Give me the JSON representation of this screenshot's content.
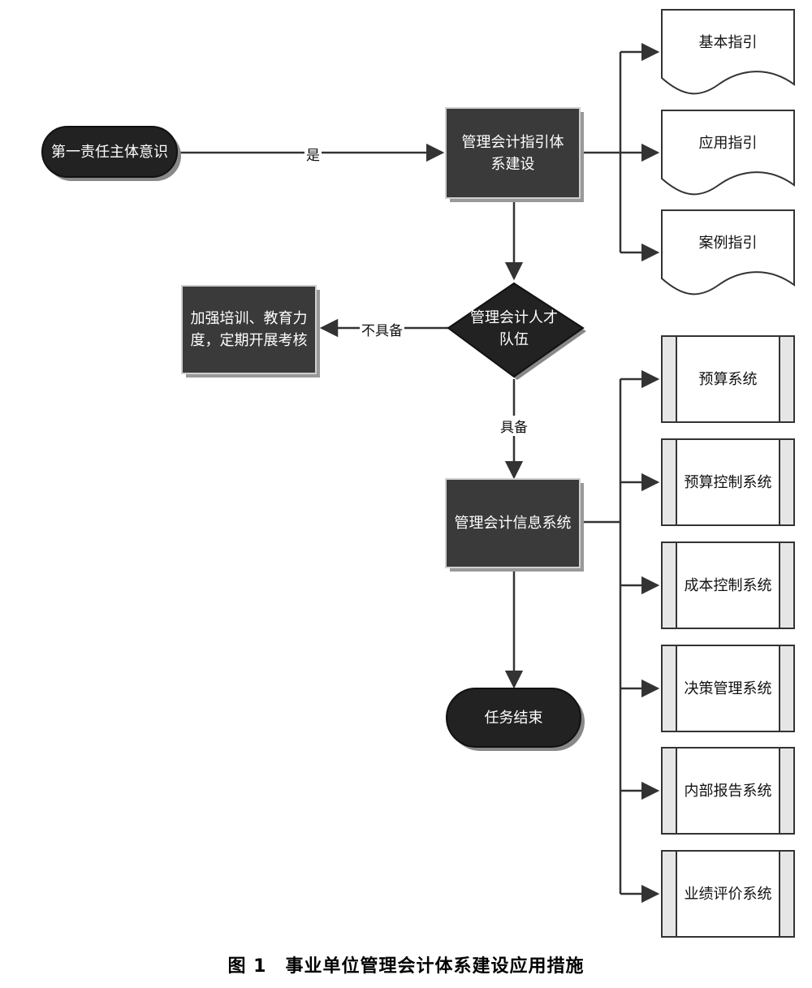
{
  "nodes": {
    "start": "第一责任主体意识",
    "guide_system": "管理会计指引体系建设",
    "talent": "管理会计人才队伍",
    "training": "加强培训、教育力度，定期开展考核",
    "info_system": "管理会计信息系统",
    "end": "任务结束"
  },
  "guides": [
    "基本指引",
    "应用指引",
    "案例指引"
  ],
  "systems": [
    "预算系统",
    "预算控制系统",
    "成本控制系统",
    "决策管理系统",
    "内部报告系统",
    "业绩评价系统"
  ],
  "edges": {
    "yes": "是",
    "not_have": "不具备",
    "have": "具备"
  },
  "caption": "图 1　事业单位管理会计体系建设应用措施"
}
